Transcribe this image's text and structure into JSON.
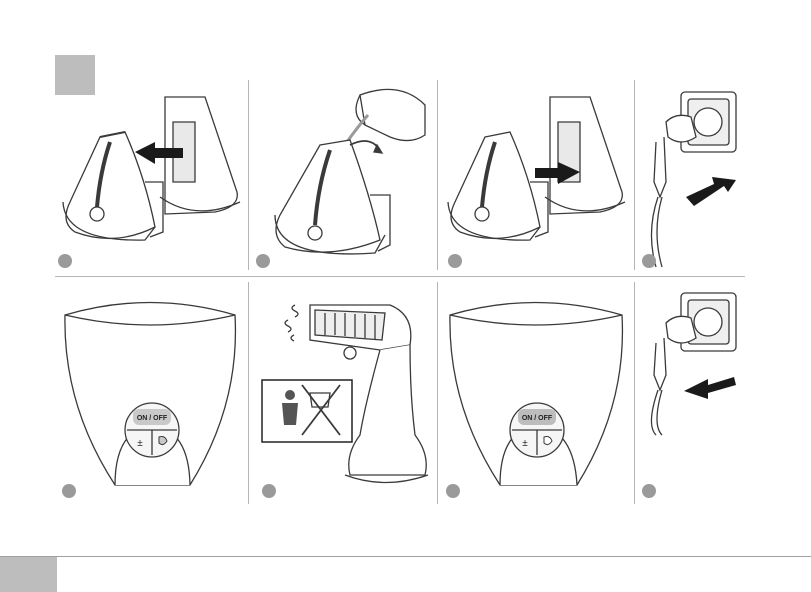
{
  "panels": [
    {
      "id": "fill-remove-tank"
    },
    {
      "id": "fill-pour-water"
    },
    {
      "id": "fill-insert-tank"
    },
    {
      "id": "plug-in"
    },
    {
      "id": "switch-on"
    },
    {
      "id": "steam-warning"
    },
    {
      "id": "switch-off"
    },
    {
      "id": "unplug"
    }
  ],
  "buttons": {
    "onoff_label": "ON / OFF",
    "plusminus_label": "±"
  },
  "colors": {
    "line": "#3a3a3a",
    "badge": "#9a9a9a",
    "section_box": "#bdbdbd",
    "divider": "#b5b5b5"
  },
  "icons": [
    "arrow-left-icon",
    "arrow-right-icon",
    "water-drop-icon",
    "steam-icon",
    "no-person-icon"
  ]
}
